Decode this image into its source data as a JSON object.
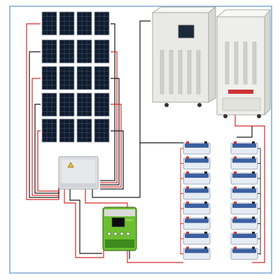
{
  "diagram": {
    "frame_color": "#7da7d9",
    "positive_wire_color": "#d42a2a",
    "negative_wire_color": "#1a1a1a",
    "solar_array": {
      "rows": 5,
      "columns": 4,
      "cell_grid": "3x5",
      "panel_color": "#0f1b2e",
      "grid_line_color": "#5a6a80"
    },
    "combiner_box": {
      "color": "#e6e8ea",
      "warning_icon": "warning-triangle-icon"
    },
    "charge_controller": {
      "body_color": "#6cbf2f",
      "display_color": "#0c0c0c",
      "brand_color": "#8fd14f"
    },
    "inverters": [
      {
        "name": "inverter-front",
        "color": "#e9e9e6",
        "has_display": true
      },
      {
        "name": "inverter-back",
        "color": "#eeeeea",
        "has_display": false,
        "label_color": "#cc3333"
      }
    ],
    "battery_bank": {
      "columns": 2,
      "rows": 8,
      "body_color": "#e6ecf4",
      "lid_color": "#3b5fa0"
    }
  }
}
